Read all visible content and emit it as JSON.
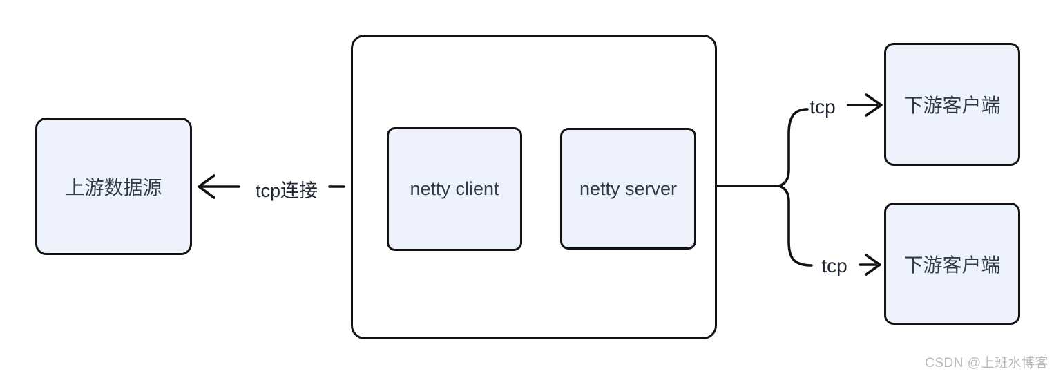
{
  "diagram": {
    "boxes": {
      "upstream": {
        "label": "上游数据源"
      },
      "netty_client": {
        "label": "netty client"
      },
      "netty_server": {
        "label": "netty server"
      },
      "downstream_top": {
        "label": "下游客户端"
      },
      "downstream_bottom": {
        "label": "下游客户端"
      }
    },
    "edge_labels": {
      "tcp_connect": "tcp连接",
      "tcp_top": "tcp",
      "tcp_bottom": "tcp"
    },
    "watermark": "CSDN @上班水博客",
    "colors": {
      "background": "#ffffff",
      "box_fill": "#edf2fc",
      "box_border": "#121212",
      "line": "#121212",
      "box_text": "#313a47",
      "edge_label_text": "#1f2633",
      "watermark_text": "#b9b9b9"
    }
  }
}
